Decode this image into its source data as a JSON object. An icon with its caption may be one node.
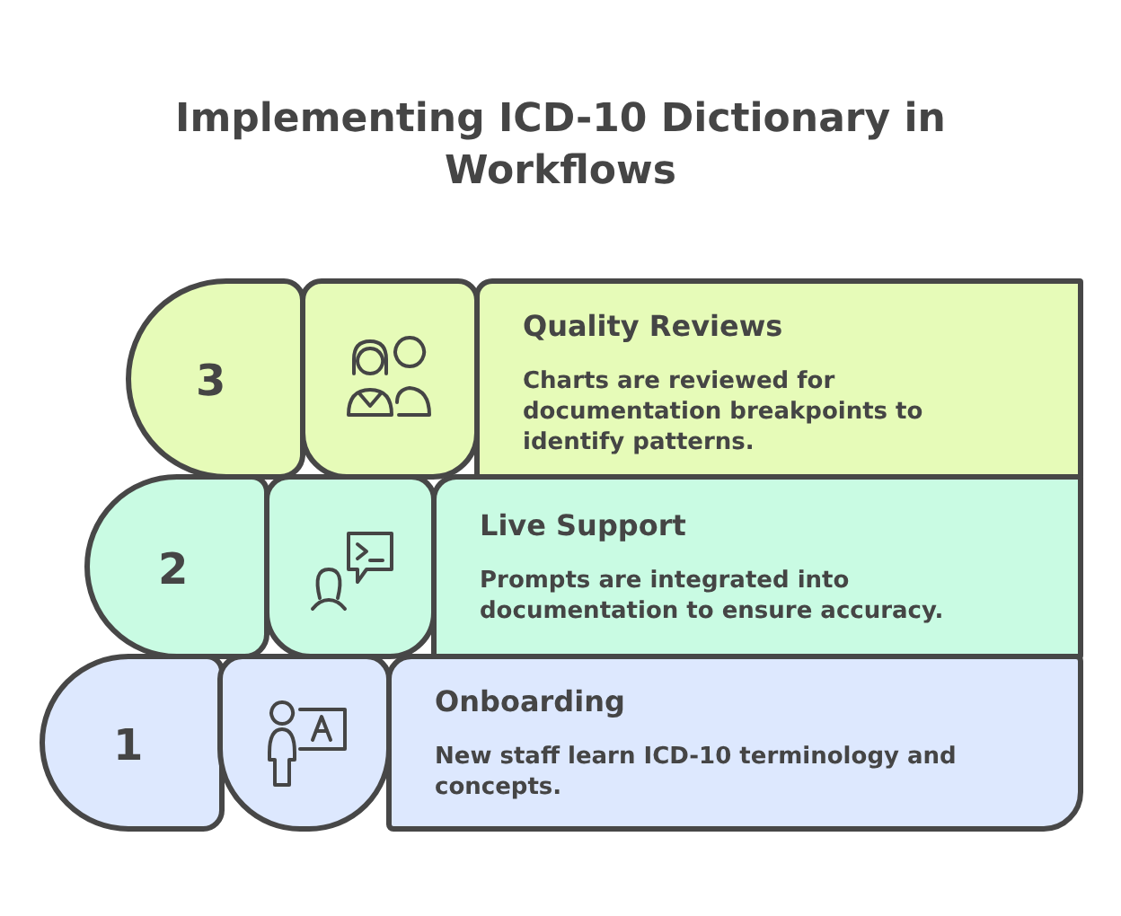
{
  "diagram": {
    "title": "Implementing ICD-10 Dictionary in Workflows",
    "nodes": [
      {
        "text": [
          "3"
        ]
      },
      {
        "text": [],
        "shape": "picture"
      },
      {
        "text": [
          "Quality Reviews",
          "Charts are reviewed for documentation breakpoints to identify patterns."
        ]
      },
      {
        "text": [
          "2"
        ]
      },
      {
        "text": [],
        "shape": "picture"
      },
      {
        "text": [
          "Live Support",
          "Prompts are integrated into documentation to ensure accuracy."
        ]
      },
      {
        "text": [
          "1"
        ]
      },
      {
        "text": [],
        "shape": "picture"
      },
      {
        "text": [
          "Onboarding",
          "New staff learn ICD-10 terminology and concepts."
        ]
      }
    ]
  }
}
